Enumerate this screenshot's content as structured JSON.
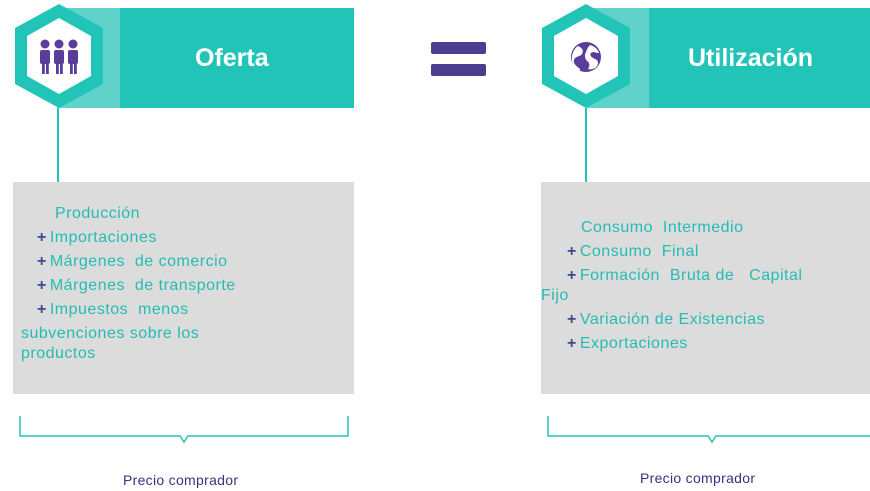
{
  "left_panel": {
    "title": "Oferta",
    "icon": "people-icon",
    "items": [
      {
        "prefix": "",
        "text": "Producción"
      },
      {
        "prefix": "+",
        "text": "Importaciones"
      },
      {
        "prefix": "+",
        "text": "Márgenes  de comercio"
      },
      {
        "prefix": "+",
        "text": "Márgenes  de transporte"
      },
      {
        "prefix": "+",
        "text": "Impuestos  menos"
      },
      {
        "prefix": "",
        "text": "subvenciones sobre los"
      },
      {
        "prefix": "",
        "text": "productos"
      }
    ],
    "price_label": "Precio comprador"
  },
  "equals_sign": "equals-icon",
  "right_panel": {
    "title": "Utilización",
    "icon": "globe-icon",
    "items": [
      {
        "prefix": "",
        "text": "Consumo  Intermedio"
      },
      {
        "prefix": "+",
        "text": "Consumo  Final"
      },
      {
        "prefix": "+",
        "text": "Formación  Bruta de   Capital"
      },
      {
        "prefix": "",
        "text": "Fijo"
      },
      {
        "prefix": "+",
        "text": "Variación de Existencias"
      },
      {
        "prefix": "+",
        "text": "Exportaciones"
      }
    ],
    "price_label": "Precio comprador"
  },
  "colors": {
    "teal": "#23c4b8",
    "teal_light": "#5fd3c9",
    "card_bg": "#dcdcdc",
    "purple": "#4a3f8f"
  }
}
